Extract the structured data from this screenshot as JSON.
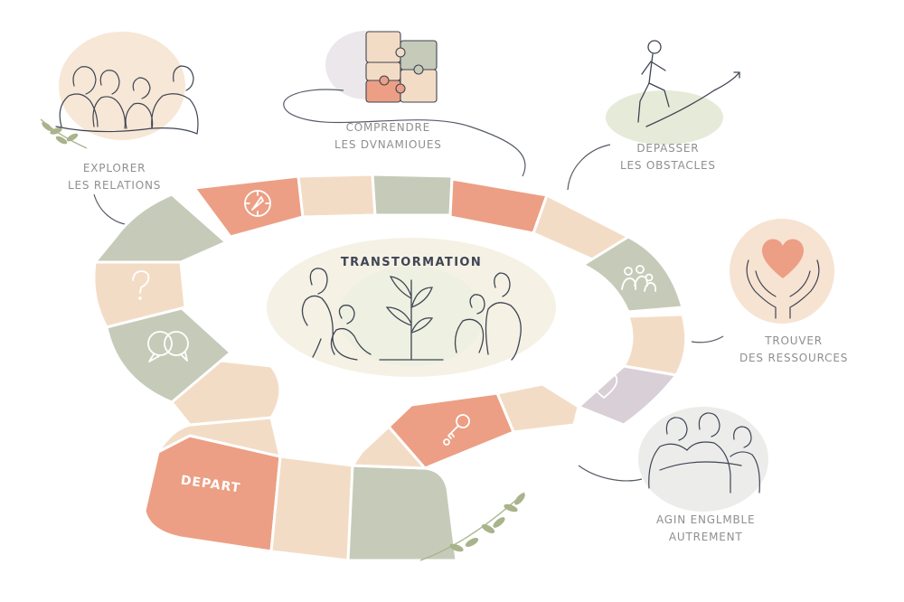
{
  "center": {
    "title": "TRANSTORMATION"
  },
  "start": {
    "label": "DEPART"
  },
  "stations": [
    {
      "key": "explorer",
      "lines": [
        "EXPLORER",
        "LES RELATIONS"
      ],
      "icon": "family-group-icon"
    },
    {
      "key": "comprendre",
      "lines": [
        "COMPRENDRE",
        "LES DVNAMIOUES"
      ],
      "icon": "puzzle-icon"
    },
    {
      "key": "depasser",
      "lines": [
        "DEPASSER",
        "LES OBSTACLES"
      ],
      "icon": "climbing-person-icon"
    },
    {
      "key": "trouver",
      "lines": [
        "TROUVER",
        "DES RESSOURCES"
      ],
      "icon": "heart-in-hands-icon"
    },
    {
      "key": "agir",
      "lines": [
        "AGIN ENGLMBLE",
        "AUTREMENT"
      ],
      "icon": "group-embrace-icon"
    }
  ],
  "tile_icons": [
    "compass-icon",
    "question-mark-icon",
    "speech-bubbles-icon",
    "people-icon",
    "heart-icon",
    "key-icon"
  ],
  "colors": {
    "coral": "#ec9f84",
    "sage": "#c5cbb8",
    "sand": "#f3dcc6",
    "lavender": "#d8d0d6",
    "center_bg": "#f5f1e4",
    "leaf": "#a9b38c",
    "line": "#3e4554"
  }
}
